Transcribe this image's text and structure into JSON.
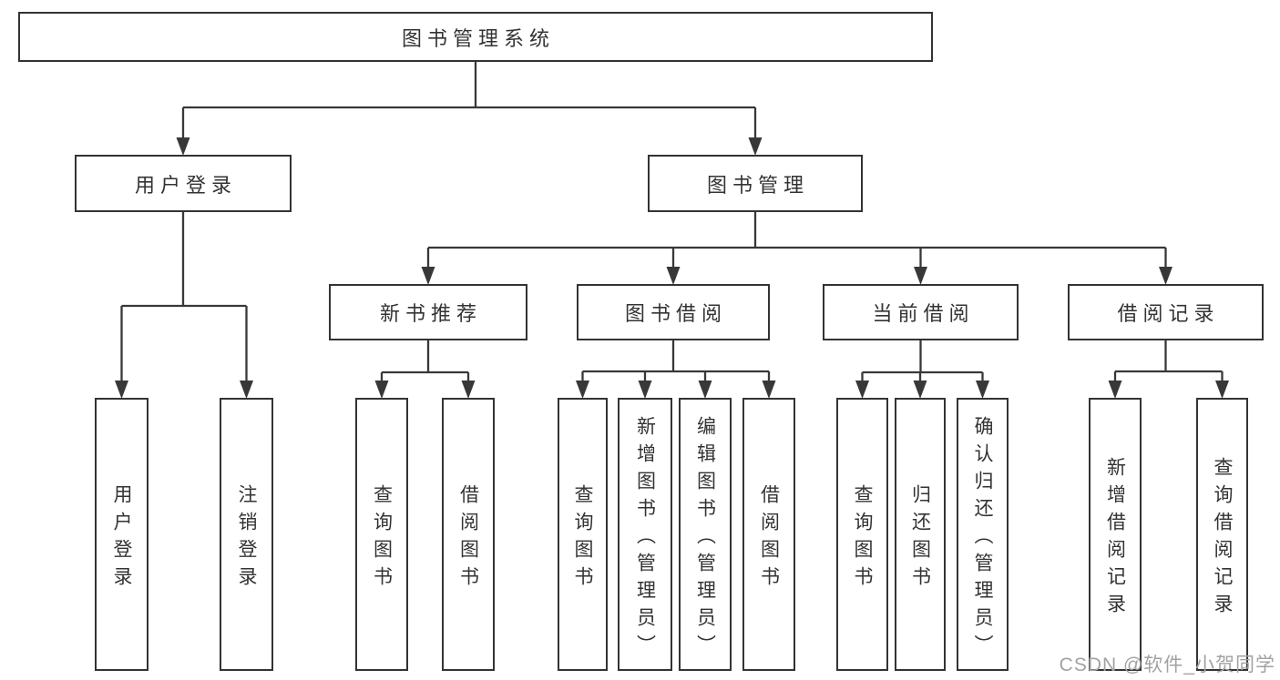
{
  "diagram": {
    "title": "图书管理系统",
    "watermark": "CSDN @软件_小贺同学",
    "colors": {
      "border": "#333333",
      "line": "#383838",
      "text": "#333333",
      "watermark": "#a2a2a2",
      "background": "#ffffff"
    },
    "nodes": [
      {
        "id": "root",
        "label": "图书管理系统",
        "level": 1,
        "orientation": "horizontal"
      },
      {
        "id": "user-login",
        "label": "用户登录",
        "level": 2,
        "orientation": "horizontal"
      },
      {
        "id": "book-mgmt",
        "label": "图书管理",
        "level": 2,
        "orientation": "horizontal"
      },
      {
        "id": "new-book-rec",
        "label": "新书推荐",
        "level": 3,
        "orientation": "horizontal"
      },
      {
        "id": "book-borrow",
        "label": "图书借阅",
        "level": 3,
        "orientation": "horizontal"
      },
      {
        "id": "current-borrow",
        "label": "当前借阅",
        "level": 3,
        "orientation": "horizontal"
      },
      {
        "id": "borrow-record",
        "label": "借阅记录",
        "level": 3,
        "orientation": "horizontal"
      },
      {
        "id": "leaf-user-login",
        "label": "用户登录",
        "level": 4,
        "orientation": "vertical"
      },
      {
        "id": "leaf-logout",
        "label": "注销登录",
        "level": 4,
        "orientation": "vertical"
      },
      {
        "id": "leaf-rec-query",
        "label": "查询图书",
        "level": 4,
        "orientation": "vertical"
      },
      {
        "id": "leaf-rec-borrow",
        "label": "借阅图书",
        "level": 4,
        "orientation": "vertical"
      },
      {
        "id": "leaf-bb-query",
        "label": "查询图书",
        "level": 4,
        "orientation": "vertical"
      },
      {
        "id": "leaf-bb-add",
        "label": "新增图书（管理员）",
        "level": 4,
        "orientation": "vertical"
      },
      {
        "id": "leaf-bb-edit",
        "label": "编辑图书（管理员）",
        "level": 4,
        "orientation": "vertical"
      },
      {
        "id": "leaf-bb-borrow",
        "label": "借阅图书",
        "level": 4,
        "orientation": "vertical"
      },
      {
        "id": "leaf-cb-query",
        "label": "查询图书",
        "level": 4,
        "orientation": "vertical"
      },
      {
        "id": "leaf-cb-return",
        "label": "归还图书",
        "level": 4,
        "orientation": "vertical"
      },
      {
        "id": "leaf-cb-confirm",
        "label": "确认归还（管理员）",
        "level": 4,
        "orientation": "vertical"
      },
      {
        "id": "leaf-br-add",
        "label": "新增借阅记录",
        "level": 4,
        "orientation": "vertical"
      },
      {
        "id": "leaf-br-query",
        "label": "查询借阅记录",
        "level": 4,
        "orientation": "vertical"
      }
    ],
    "edges": [
      {
        "parent": "root",
        "children": [
          "user-login",
          "book-mgmt"
        ]
      },
      {
        "parent": "user-login",
        "children": [
          "leaf-user-login",
          "leaf-logout"
        ]
      },
      {
        "parent": "book-mgmt",
        "children": [
          "new-book-rec",
          "book-borrow",
          "current-borrow",
          "borrow-record"
        ]
      },
      {
        "parent": "new-book-rec",
        "children": [
          "leaf-rec-query",
          "leaf-rec-borrow"
        ]
      },
      {
        "parent": "book-borrow",
        "children": [
          "leaf-bb-query",
          "leaf-bb-add",
          "leaf-bb-edit",
          "leaf-bb-borrow"
        ]
      },
      {
        "parent": "current-borrow",
        "children": [
          "leaf-cb-query",
          "leaf-cb-return",
          "leaf-cb-confirm"
        ]
      },
      {
        "parent": "borrow-record",
        "children": [
          "leaf-br-add",
          "leaf-br-query"
        ]
      }
    ]
  }
}
